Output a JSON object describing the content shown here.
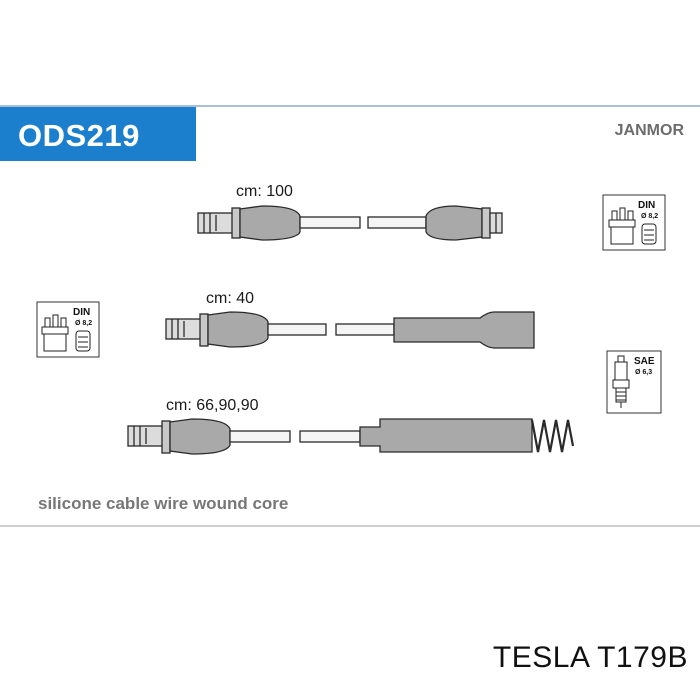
{
  "header": {
    "product_code": "ODS219",
    "brand": "JANMOR",
    "accent_color": "#1b7fce"
  },
  "leads": [
    {
      "length_label": "cm: 100",
      "ends": [
        "plug-boot",
        "plug-boot"
      ]
    },
    {
      "length_label": "cm: 40",
      "ends": [
        "plug-boot",
        "straight-boot"
      ]
    },
    {
      "length_label": "cm: 66,90,90",
      "ends": [
        "plug-boot",
        "spring-boot"
      ]
    }
  ],
  "connectors": [
    {
      "standard": "DIN",
      "size": "Ø 8,2",
      "icon": "distributor-cap-icon"
    },
    {
      "standard": "DIN",
      "size": "Ø 8,2",
      "icon": "distributor-cap-icon"
    },
    {
      "standard": "SAE",
      "size": "Ø 6,3",
      "icon": "spark-plug-icon"
    }
  ],
  "description": "silicone cable wire wound core",
  "part_reference": "TESLA T179B"
}
